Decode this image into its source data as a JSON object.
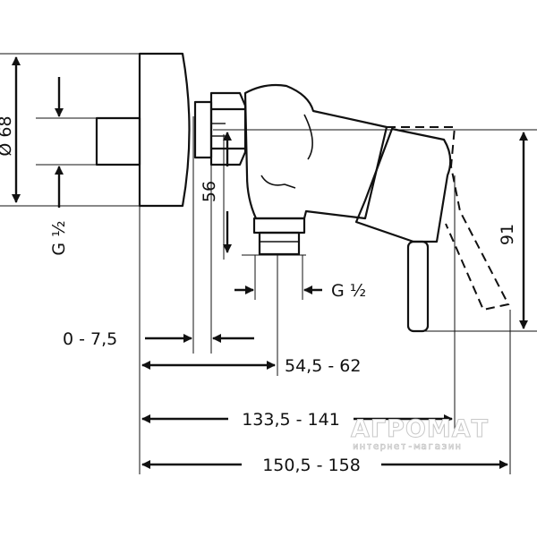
{
  "dimensions": {
    "diameter_68": "Ø 68",
    "thread_left": "G ½",
    "height_56": "56",
    "thread_outlet": "G ½",
    "height_91": "91",
    "offset_range": "0 - 7,5",
    "outlet_range": "54,5 - 62",
    "body_range": "133,5 - 141",
    "total_range": "150,5 - 158"
  },
  "watermark": {
    "brand": "АГРОМАТ",
    "subtitle": "интернет-магазин"
  },
  "colors": {
    "line": "#111111",
    "background": "#ffffff",
    "watermark_stroke": "#c8c8c8"
  }
}
